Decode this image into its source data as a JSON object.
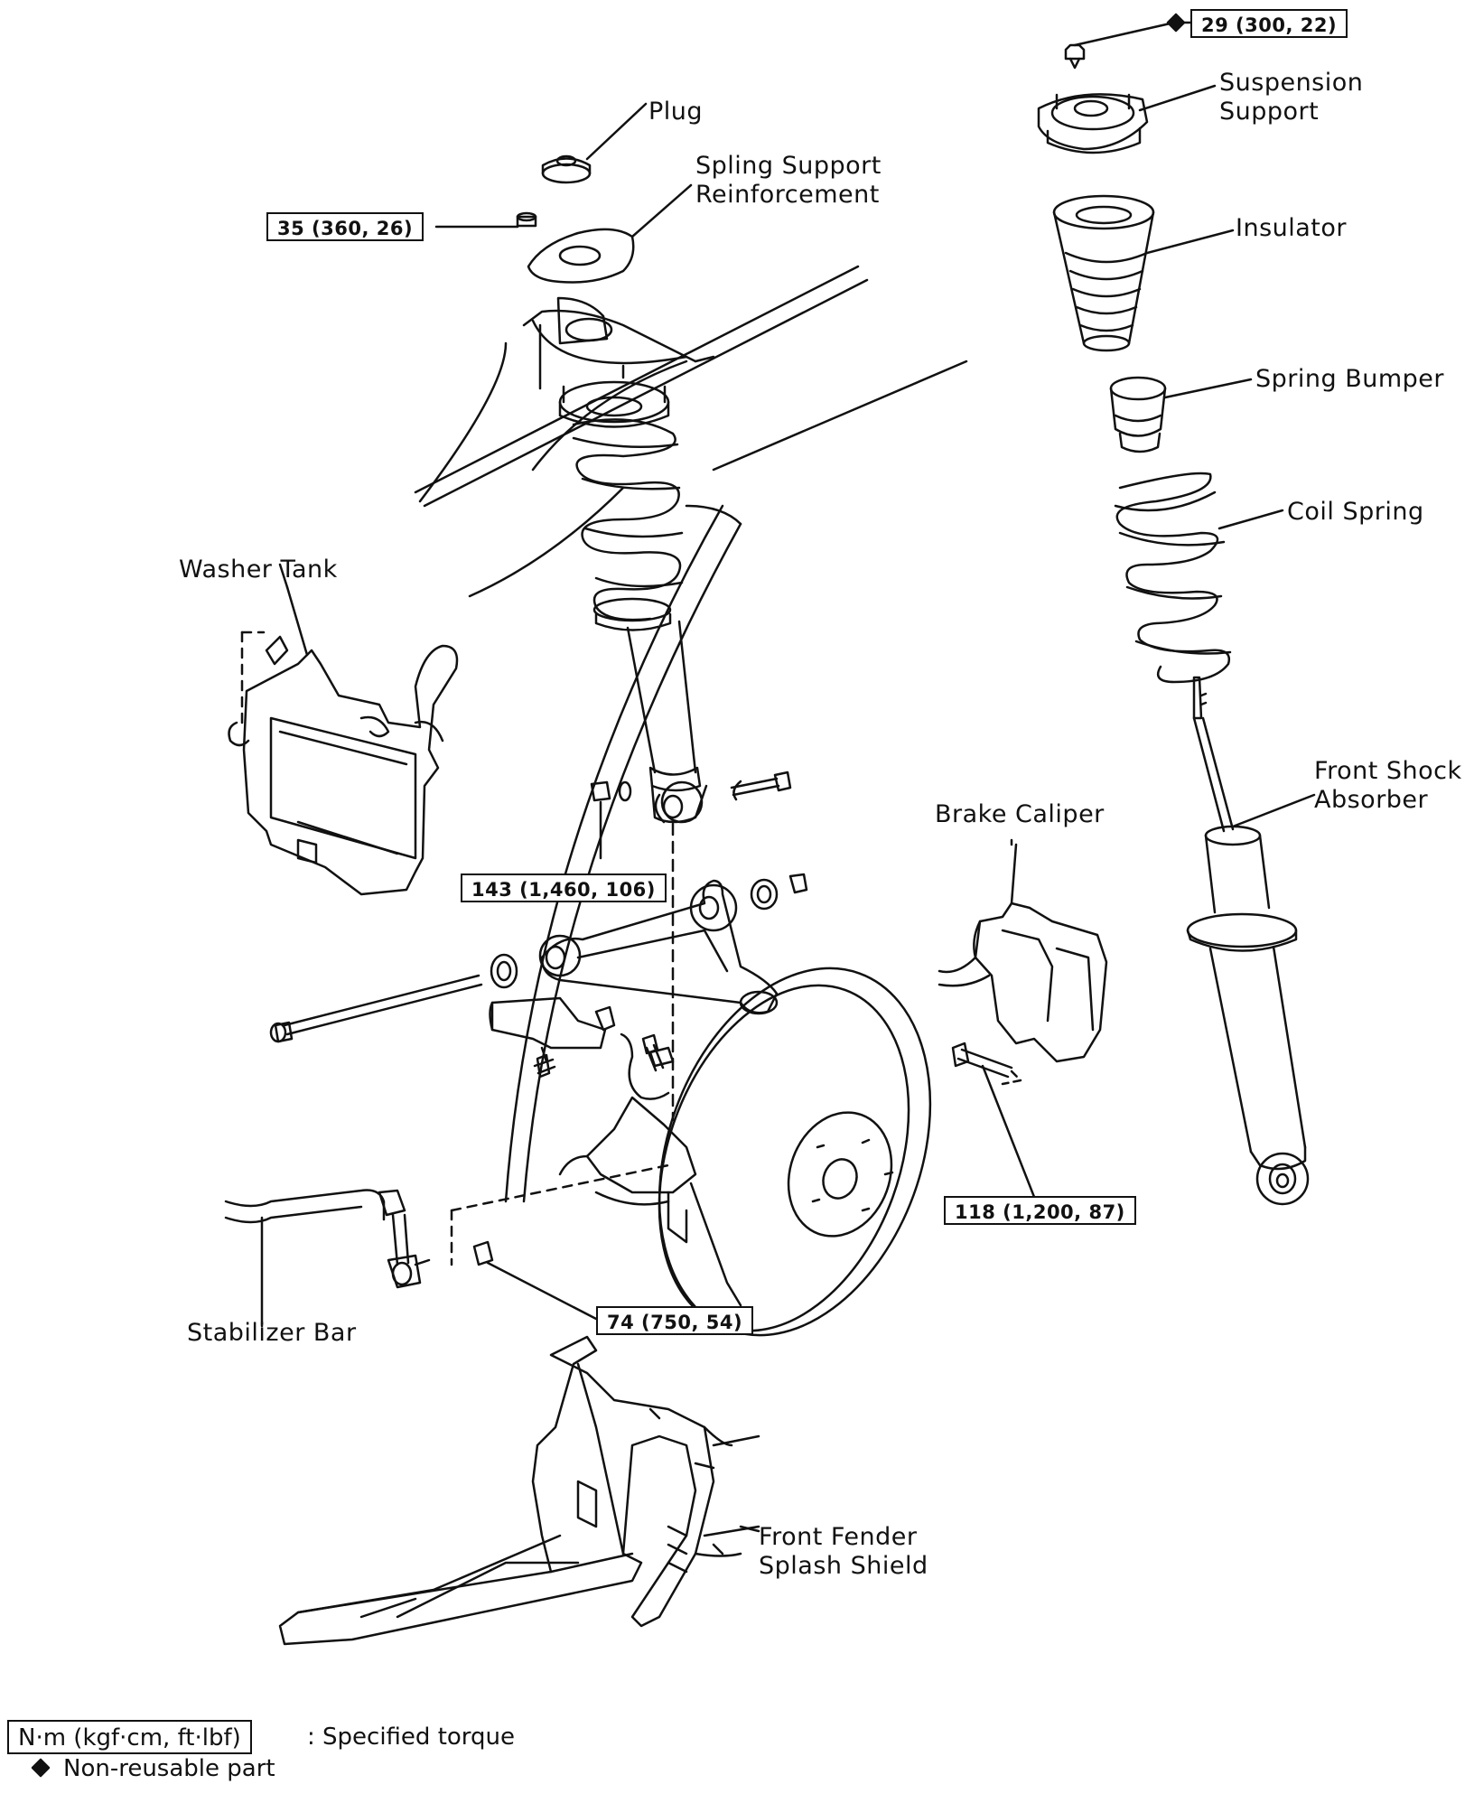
{
  "labels": {
    "plug": "Plug",
    "spring_support_reinforcement": [
      "Spling Support",
      "Reinforcement"
    ],
    "suspension_support": [
      "Suspension",
      "Support"
    ],
    "insulator": "Insulator",
    "spring_bumper": "Spring Bumper",
    "coil_spring": "Coil Spring",
    "washer_tank": "Washer Tank",
    "front_shock_absorber": [
      "Front Shock",
      "Absorber"
    ],
    "brake_caliper": "Brake Caliper",
    "stabilizer_bar": "Stabilizer Bar",
    "front_fender_splash_shield": [
      "Front Fender",
      "Splash Shield"
    ]
  },
  "torques": {
    "suspension_support_nut": "29 (300, 22)",
    "reinforcement_nut": "35 (360, 26)",
    "shock_lower_bolt": "143 (1,460, 106)",
    "caliper_bolt": "118 (1,200, 87)",
    "stabilizer_link_nut": "74 (750, 54)"
  },
  "legend": {
    "torque_unit": "N·m (kgf·cm, ft·lbf)",
    "torque_desc": ":  Specified torque",
    "non_reusable": "Non-reusable part"
  }
}
